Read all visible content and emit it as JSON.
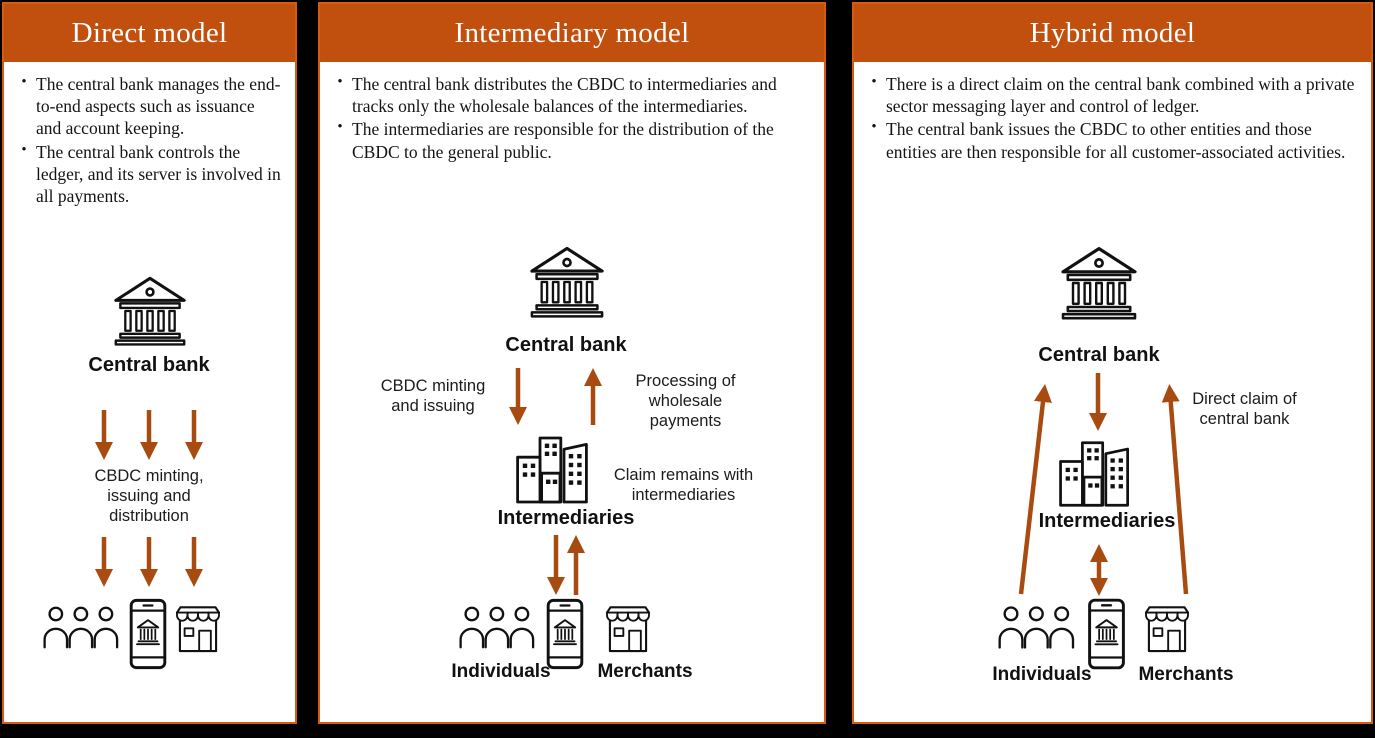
{
  "colors": {
    "background": "#000000",
    "panel_bg": "#ffffff",
    "panel_border": "#d85a0e",
    "header_bg": "#c1500f",
    "header_text": "#ffffff",
    "body_text": "#141414",
    "arrow": "#a84b11",
    "icon_stroke": "#111111"
  },
  "panels": [
    {
      "title": "Direct model",
      "bullets": [
        "The central bank manages the end-to-end aspects such as issuance and account keeping.",
        "The central bank controls the ledger, and its server is involved in all payments."
      ],
      "diagram": {
        "central_bank_label": "Central bank",
        "flow_label": "CBDC minting,\nissuing and\ndistribution"
      }
    },
    {
      "title": "Intermediary model",
      "bullets": [
        "The central bank distributes the CBDC to intermediaries and tracks only the wholesale balances of the intermediaries.",
        "The intermediaries are responsible for the distribution of the CBDC to the general public."
      ],
      "diagram": {
        "central_bank_label": "Central bank",
        "minting_label": "CBDC minting\nand issuing",
        "processing_label": "Processing of\nwholesale\npayments",
        "claim_label": "Claim remains with\nintermediaries",
        "intermediaries_label": "Intermediaries",
        "individuals_label": "Individuals",
        "merchants_label": "Merchants"
      }
    },
    {
      "title": "Hybrid model",
      "bullets": [
        "There is a direct claim on the central bank combined with a private sector messaging layer and control of ledger.",
        "The central bank issues the CBDC to other entities and those entities are then responsible for all customer-associated activities."
      ],
      "diagram": {
        "central_bank_label": "Central bank",
        "direct_claim_label": "Direct claim of\ncentral bank",
        "intermediaries_label": "Intermediaries",
        "individuals_label": "Individuals",
        "merchants_label": "Merchants"
      }
    }
  ]
}
